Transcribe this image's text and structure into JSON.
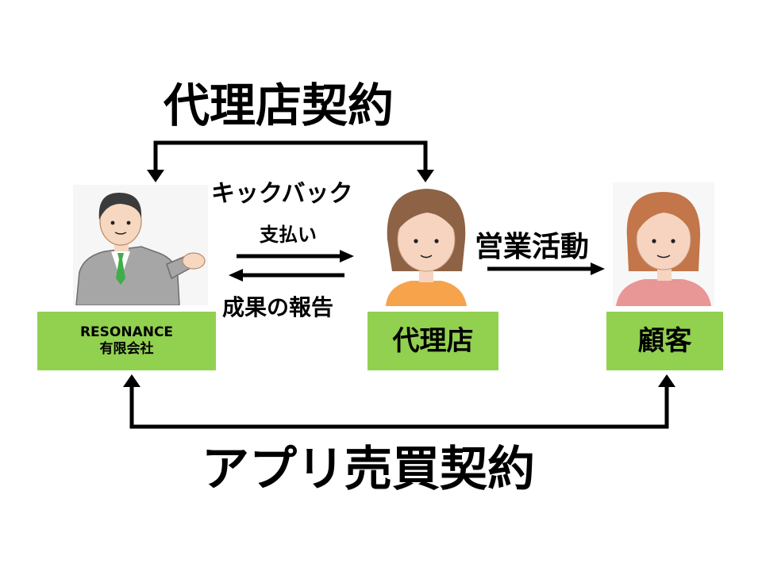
{
  "colors": {
    "box_fill": "#92d050",
    "arrow": "#000000",
    "background": "#ffffff"
  },
  "titles": {
    "top": "代理店契約",
    "bottom": "アプリ売買契約"
  },
  "flows": {
    "kickback_line1": "キックバック",
    "kickback_line2": "支払い",
    "report": "成果の報告",
    "sales": "営業活動"
  },
  "nodes": {
    "company_line1": "RESONANCE",
    "company_line2": "有限会社",
    "agency": "代理店",
    "customer": "顧客"
  },
  "people": {
    "company_person": "businessman-illustration",
    "agency_person": "woman-illustration",
    "customer_person": "middle-aged-woman-illustration"
  }
}
